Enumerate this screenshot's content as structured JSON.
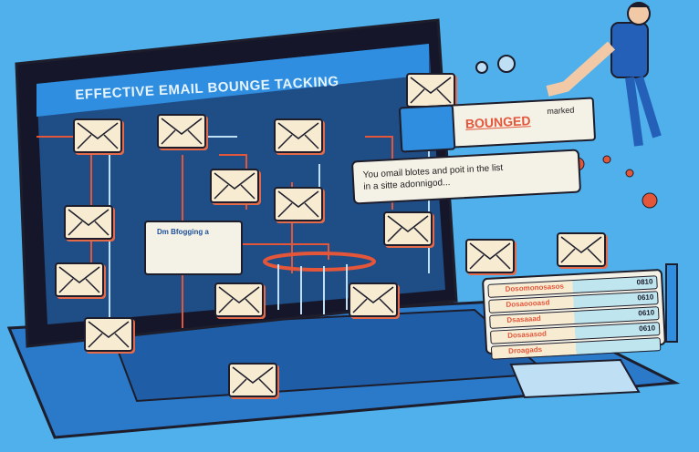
{
  "screen_title": "EFFECTIVE EMAIL BOUNGE TACKING",
  "bounced_card": {
    "label": "BOUNGED",
    "tag": "marked"
  },
  "message_card": {
    "line1": "You omail blotes and poit in the list",
    "line2": "in a sitte adonnigod..."
  },
  "popup": {
    "title": "Dm Bfogging a"
  },
  "bounce_list": {
    "rows": [
      {
        "name": "Dosomonosasos",
        "value": "0810"
      },
      {
        "name": "Dosaoooasd",
        "value": "0610"
      },
      {
        "name": "Dsasaaad",
        "value": "0610"
      },
      {
        "name": "Dosasasod",
        "value": "0610"
      },
      {
        "name": "Droagads",
        "value": ""
      }
    ]
  },
  "colors": {
    "background": "#4fb0ec",
    "screen": "#1f4d86",
    "accent": "#e4563a",
    "envelope": "#f7ecd2"
  }
}
